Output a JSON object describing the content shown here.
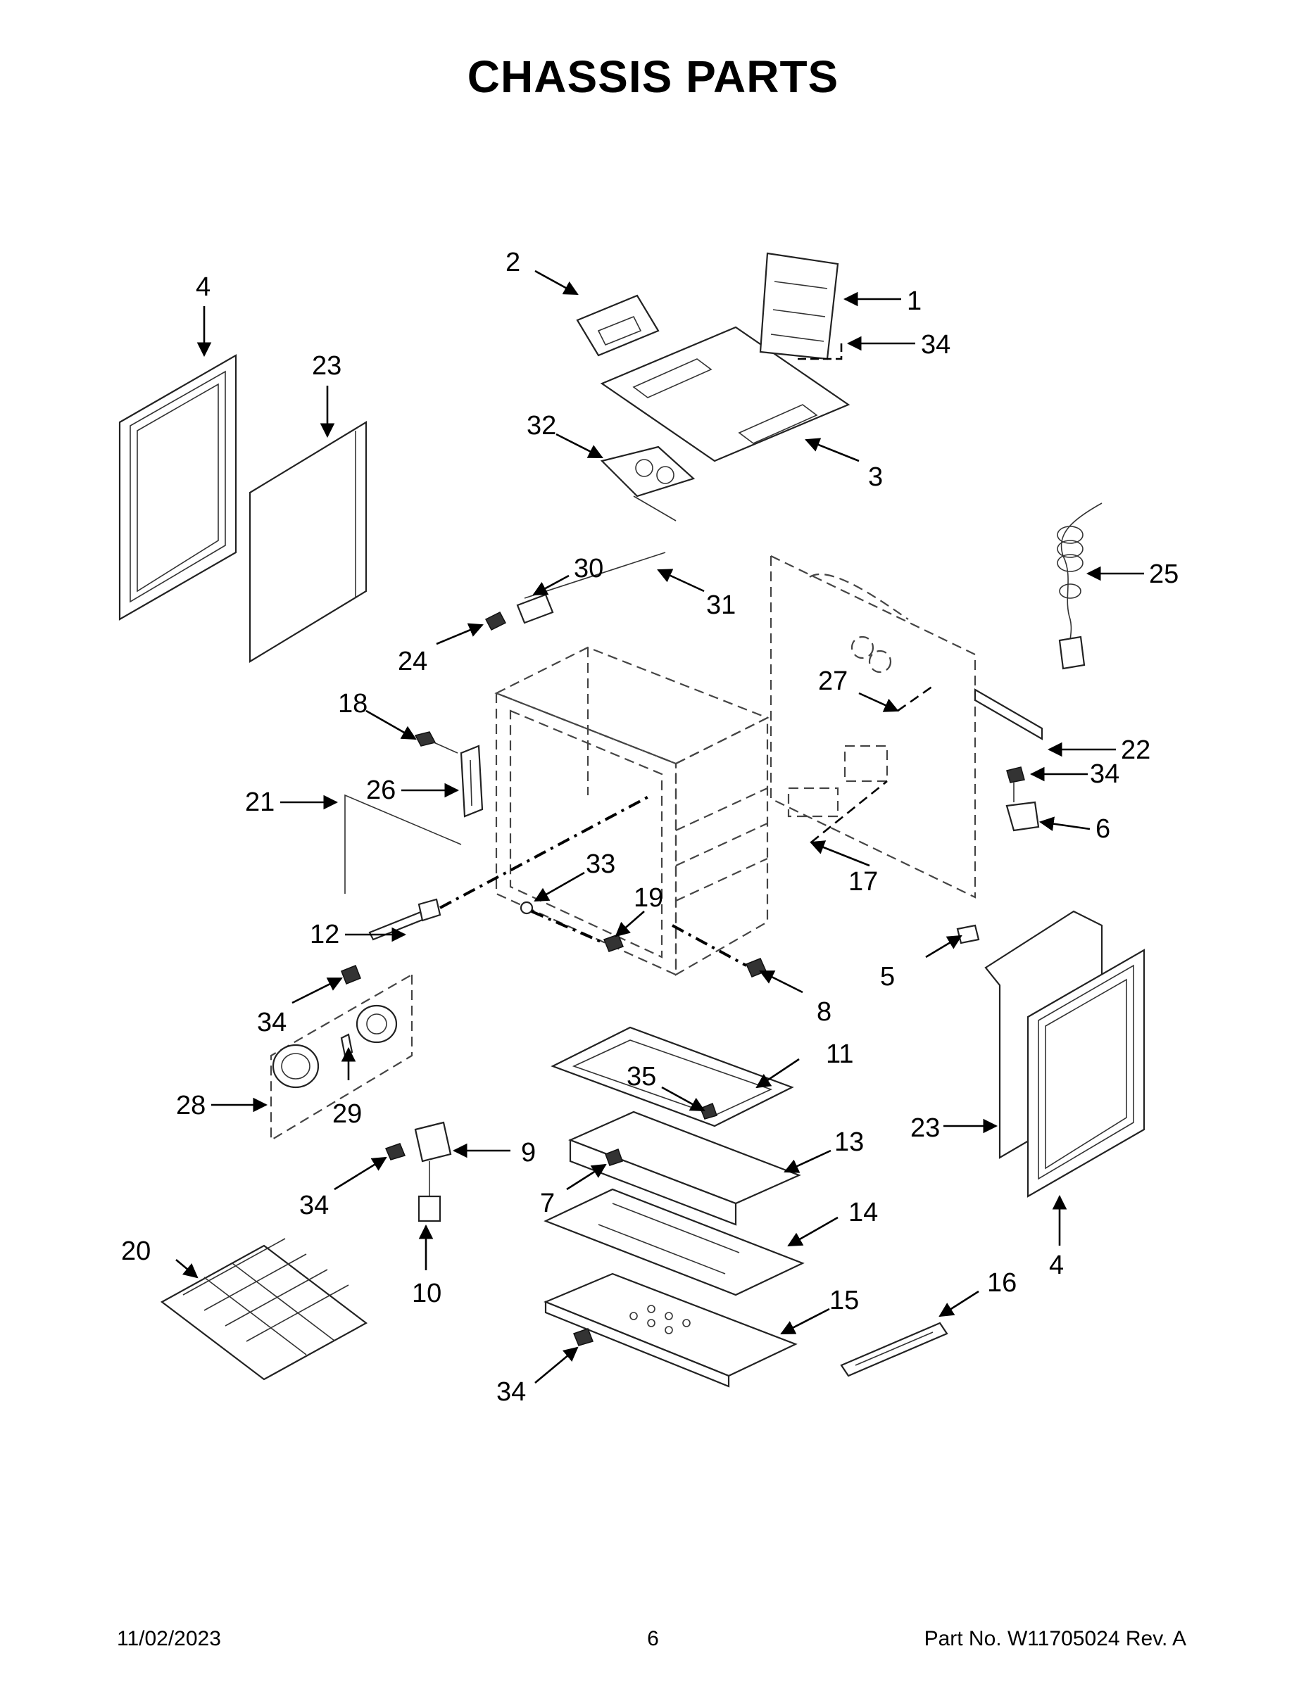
{
  "title": "CHASSIS PARTS",
  "footer": {
    "date": "11/02/2023",
    "page": "6",
    "part_number": "Part No.  W11705024  Rev.  A"
  },
  "callouts": [
    {
      "id": "c1",
      "label": "1"
    },
    {
      "id": "c2",
      "label": "2"
    },
    {
      "id": "c3",
      "label": "3"
    },
    {
      "id": "c4a",
      "label": "4"
    },
    {
      "id": "c4b",
      "label": "4"
    },
    {
      "id": "c5",
      "label": "5"
    },
    {
      "id": "c6",
      "label": "6"
    },
    {
      "id": "c7",
      "label": "7"
    },
    {
      "id": "c8",
      "label": "8"
    },
    {
      "id": "c9",
      "label": "9"
    },
    {
      "id": "c10",
      "label": "10"
    },
    {
      "id": "c11",
      "label": "11"
    },
    {
      "id": "c12",
      "label": "12"
    },
    {
      "id": "c13",
      "label": "13"
    },
    {
      "id": "c14",
      "label": "14"
    },
    {
      "id": "c15",
      "label": "15"
    },
    {
      "id": "c16",
      "label": "16"
    },
    {
      "id": "c17",
      "label": "17"
    },
    {
      "id": "c18",
      "label": "18"
    },
    {
      "id": "c19",
      "label": "19"
    },
    {
      "id": "c20",
      "label": "20"
    },
    {
      "id": "c21",
      "label": "21"
    },
    {
      "id": "c22",
      "label": "22"
    },
    {
      "id": "c23a",
      "label": "23"
    },
    {
      "id": "c23b",
      "label": "23"
    },
    {
      "id": "c24",
      "label": "24"
    },
    {
      "id": "c25",
      "label": "25"
    },
    {
      "id": "c26",
      "label": "26"
    },
    {
      "id": "c27",
      "label": "27"
    },
    {
      "id": "c28",
      "label": "28"
    },
    {
      "id": "c29",
      "label": "29"
    },
    {
      "id": "c30",
      "label": "30"
    },
    {
      "id": "c31",
      "label": "31"
    },
    {
      "id": "c32",
      "label": "32"
    },
    {
      "id": "c33",
      "label": "33"
    },
    {
      "id": "c34a",
      "label": "34"
    },
    {
      "id": "c34b",
      "label": "34"
    },
    {
      "id": "c34c",
      "label": "34"
    },
    {
      "id": "c34d",
      "label": "34"
    },
    {
      "id": "c34e",
      "label": "34"
    },
    {
      "id": "c35",
      "label": "35"
    }
  ]
}
